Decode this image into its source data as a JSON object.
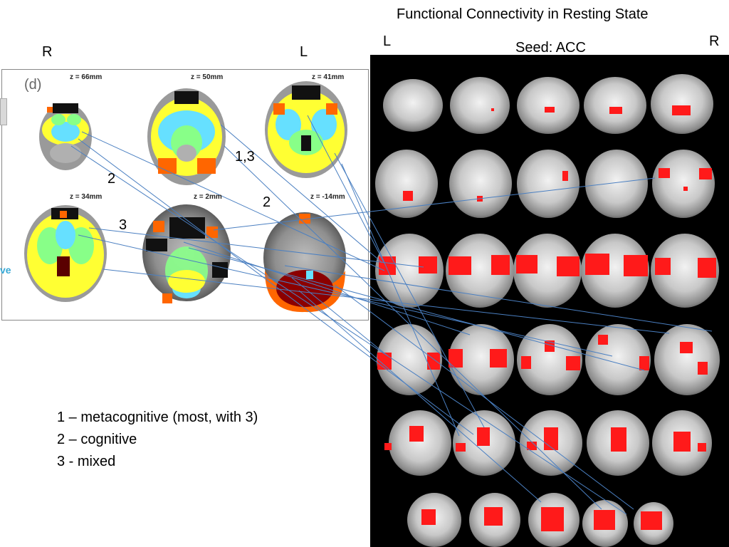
{
  "title": "Functional Connectivity in Resting State",
  "seed_label": "Seed: ACC",
  "orientation": {
    "left_panel_r": "R",
    "left_panel_l": "L",
    "right_panel_l": "L",
    "right_panel_r": "R"
  },
  "panel": {
    "tag": "(d)",
    "slices": [
      {
        "z": "z = 66mm"
      },
      {
        "z": "z = 50mm"
      },
      {
        "z": "z = 41mm"
      },
      {
        "z": "z = 34mm"
      },
      {
        "z": "z = 2mm"
      },
      {
        "z": "z = -14mm"
      }
    ],
    "edge_fragment": "ve"
  },
  "annotations": {
    "a1": "2",
    "a2": "1,3",
    "a3": "2",
    "a4": "3"
  },
  "legend": {
    "items": [
      "1 – metacognitive (most, with 3)",
      "2 – cognitive",
      "3 - mixed"
    ]
  },
  "colors": {
    "connector_line": "#4a7fc1",
    "activation": "#ff1a1a",
    "map_yellow": "#ffff33",
    "map_cyan": "#66e0ff",
    "map_green": "#88ff88",
    "map_orange": "#ff6600",
    "map_darkred": "#8b0000"
  }
}
